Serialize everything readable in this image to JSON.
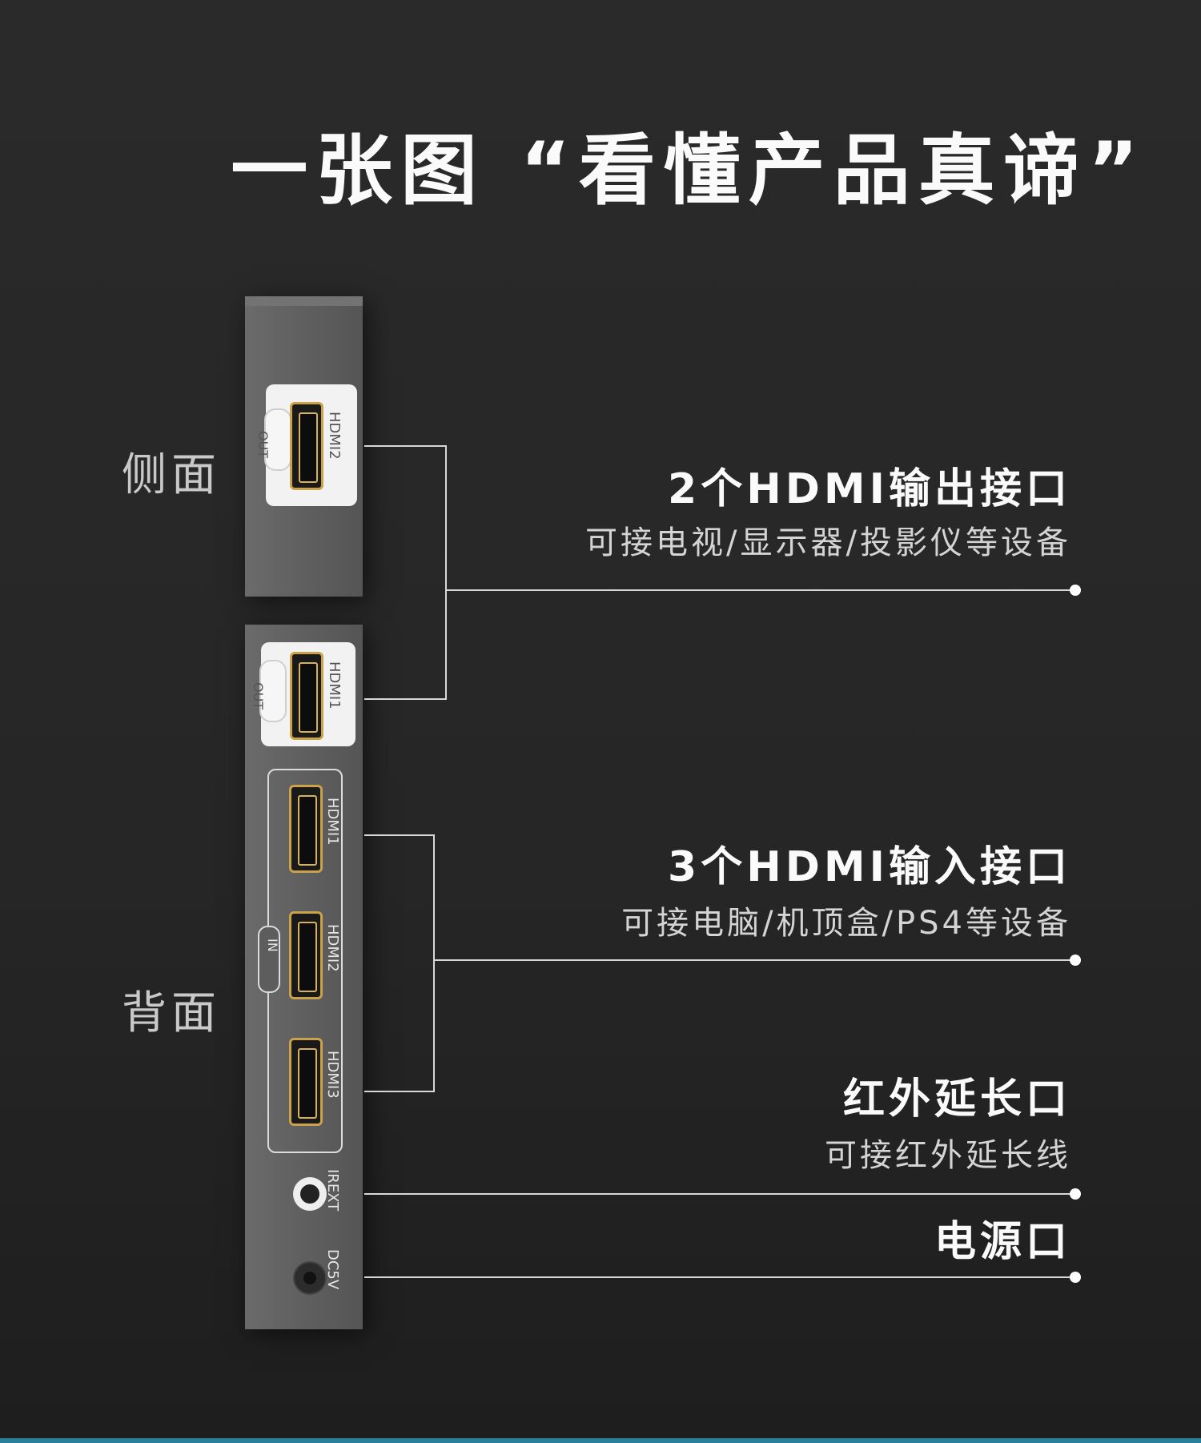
{
  "title": "一张图 “看懂产品真谛”",
  "labels": {
    "side": "侧面",
    "back": "背面"
  },
  "device": {
    "out_tag": "OUT",
    "in_tag": "IN",
    "side_port": "HDMI2",
    "back_out_port": "HDMI1",
    "in_ports": [
      "HDMI1",
      "HDMI2",
      "HDMI3"
    ],
    "ir_label": "IREXT",
    "dc_label": "DC5V"
  },
  "features": [
    {
      "title": "2个HDMI输出接口",
      "desc": "可接电视/显示器/投影仪等设备"
    },
    {
      "title": "3个HDMI输入接口",
      "desc": "可接电脑/机顶盒/PS4等设备"
    },
    {
      "title": "红外延长口",
      "desc": "可接红外延长线"
    },
    {
      "title": "电源口",
      "desc": ""
    }
  ],
  "colors": {
    "background": "#262626",
    "panel": "#606060",
    "port_gold": "#c9a24a",
    "accent_strip": "#2a7f9a"
  }
}
